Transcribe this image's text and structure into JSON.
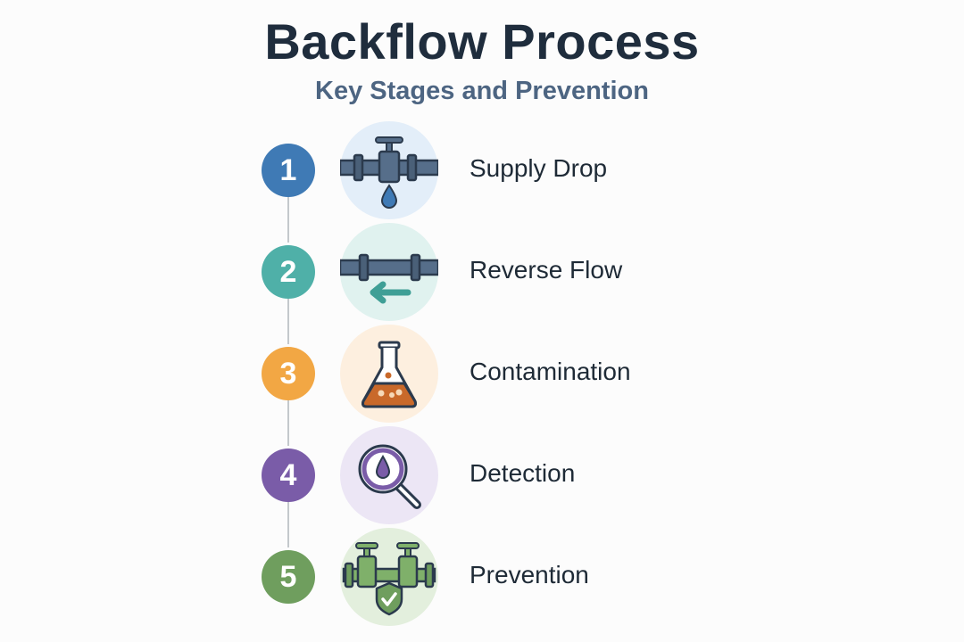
{
  "title": "Backflow Process",
  "subtitle": "Key Stages and Prevention",
  "steps": [
    {
      "number": "1",
      "label": "Supply Drop",
      "icon": "pipe-valve-drip-icon",
      "accent": "#3f7ab5",
      "tint": "#e3eef9"
    },
    {
      "number": "2",
      "label": "Reverse Flow",
      "icon": "pipe-reverse-arrow-icon",
      "accent": "#4fb0a8",
      "tint": "#e0f2ef"
    },
    {
      "number": "3",
      "label": "Contamination",
      "icon": "flask-icon",
      "accent": "#f2a744",
      "tint": "#fdefdf"
    },
    {
      "number": "4",
      "label": "Detection",
      "icon": "magnifier-drop-icon",
      "accent": "#7a5ca8",
      "tint": "#ece6f5"
    },
    {
      "number": "5",
      "label": "Prevention",
      "icon": "valve-shield-icon",
      "accent": "#6f9e5e",
      "tint": "#e3efdd"
    }
  ]
}
